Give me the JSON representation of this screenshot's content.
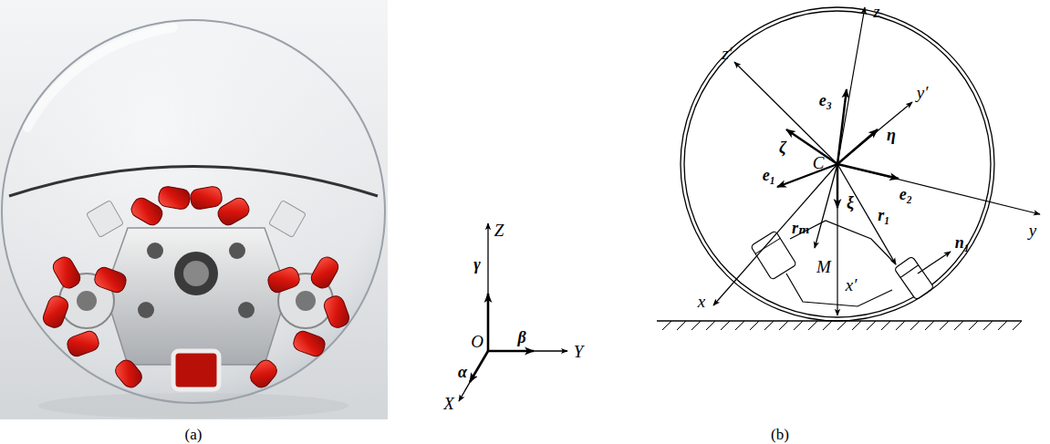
{
  "diagram": {
    "labels": [
      "(a)",
      "Z",
      "γ",
      "O",
      "β",
      "Y",
      "α",
      "X",
      "z",
      "z′",
      "ζ",
      "e₃",
      "y′",
      "η",
      "C",
      "e₂",
      "y",
      "e₁",
      "ξ",
      "r₁",
      "n₁",
      "rₘ",
      "x",
      "M",
      "x′",
      "(b)"
    ]
  }
}
